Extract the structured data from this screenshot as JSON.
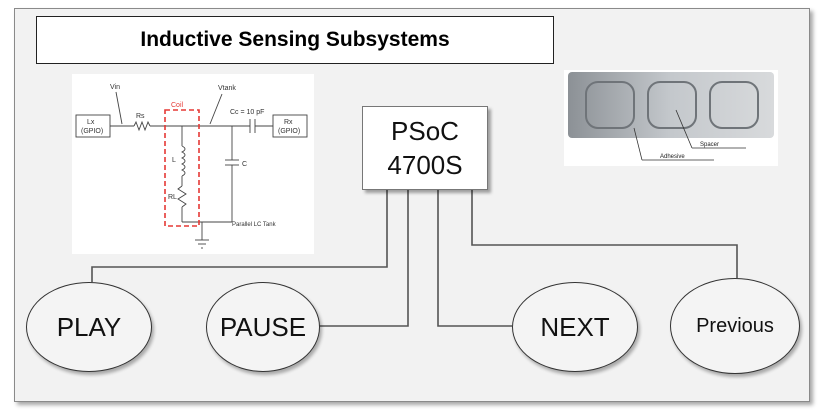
{
  "title": "Inductive Sensing Subsystems",
  "controller": {
    "line1": "PSoC",
    "line2": "4700S"
  },
  "buttons": [
    {
      "label": "PLAY"
    },
    {
      "label": "PAUSE"
    },
    {
      "label": "NEXT"
    },
    {
      "label": "Previous"
    }
  ],
  "circuit": {
    "labels": {
      "lx": "Lx",
      "lx_sub": "(GPIO)",
      "rx": "Rx",
      "rx_sub": "(GPIO)",
      "vin": "Vin",
      "vtank": "Vtank",
      "rs": "Rs",
      "coil": "Coil",
      "cc": "Cc = 10 pF",
      "l": "L",
      "rl": "RL",
      "c": "C",
      "tank": "Parallel LC Tank"
    },
    "colors": {
      "coil_box": "#e53935",
      "wire": "#333333"
    }
  },
  "photo": {
    "labels": {
      "spacer": "Spacer",
      "adhesive": "Adhesive"
    }
  },
  "colors": {
    "frame_bg": "#f2f2f2",
    "frame_border": "#8a8a8a",
    "wire": "#555555",
    "box_bg": "#ffffff"
  }
}
